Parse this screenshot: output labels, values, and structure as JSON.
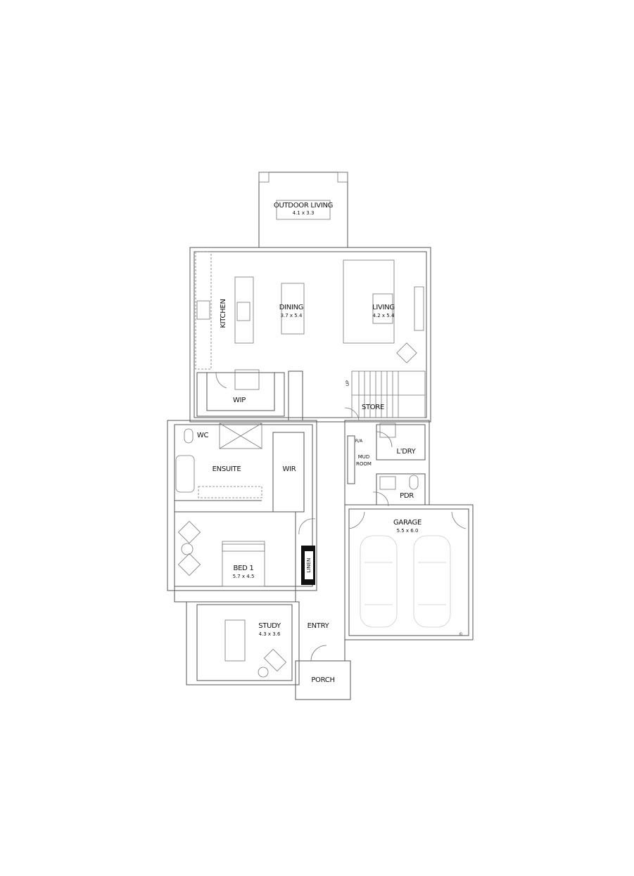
{
  "rooms": [
    {
      "id": "outdoor-living",
      "name": "OUTDOOR LIVING",
      "size": "4.1 x 3.3"
    },
    {
      "id": "kitchen",
      "name": "KITCHEN",
      "size": ""
    },
    {
      "id": "dining",
      "name": "DINING",
      "size": "3.7 x 5.4"
    },
    {
      "id": "living",
      "name": "LIVING",
      "size": "4.2 x 5.4"
    },
    {
      "id": "wip",
      "name": "WIP",
      "size": ""
    },
    {
      "id": "store",
      "name": "STORE",
      "size": ""
    },
    {
      "id": "wc",
      "name": "WC",
      "size": ""
    },
    {
      "id": "ensuite",
      "name": "ENSUITE",
      "size": ""
    },
    {
      "id": "wir",
      "name": "WIR",
      "size": ""
    },
    {
      "id": "mud-room",
      "name": "MUD",
      "name2": "ROOM",
      "size": ""
    },
    {
      "id": "laundry",
      "name": "L'DRY",
      "size": ""
    },
    {
      "id": "pdr",
      "name": "PDR",
      "size": ""
    },
    {
      "id": "garage",
      "name": "GARAGE",
      "size": "5.5 x 6.0"
    },
    {
      "id": "bed-1",
      "name": "BED 1",
      "size": "5.7 x 4.5"
    },
    {
      "id": "linen",
      "name": "LINEN",
      "size": ""
    },
    {
      "id": "study",
      "name": "STUDY",
      "size": "4.3 x 3.6"
    },
    {
      "id": "entry",
      "name": "ENTRY",
      "size": ""
    },
    {
      "id": "porch",
      "name": "PORCH",
      "size": ""
    }
  ],
  "annotations": {
    "stair_up": "UP",
    "ra": "R/A",
    "copyright": "©"
  }
}
